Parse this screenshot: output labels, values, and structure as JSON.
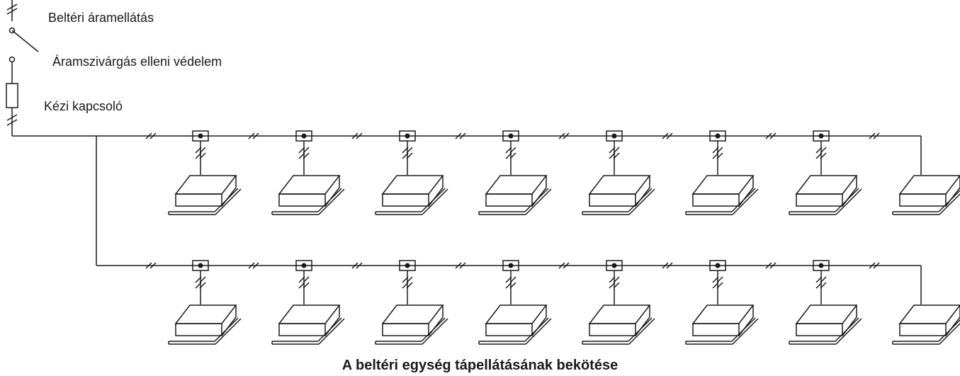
{
  "labels": {
    "indoor_supply": "Beltéri áramellátás",
    "leakage_protection": "Áramszivárgás elleni védelem",
    "manual_switch": "Kézi kapcsoló"
  },
  "caption": "A beltéri egység tápellátásának bekötése",
  "rows": [
    {
      "units": 8,
      "junction_boxes": 7
    },
    {
      "units": 8,
      "junction_boxes": 7
    }
  ]
}
